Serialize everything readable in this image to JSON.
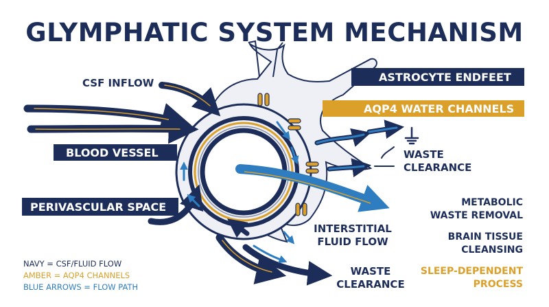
{
  "title": "GLYMPHATIC SYSTEM MECHANISM",
  "labels": {
    "csf_inflow": "CSF INFLOW",
    "blood_vessel": "BLOOD VESSEL",
    "perivascular_space": "PERIVASCULAR SPACE",
    "astrocyte_endfeet": "ASTROCYTE ENDFEET",
    "aqp4_channels": "AQP4 WATER CHANNELS",
    "waste_clearance_right": "WASTE\nCLEARANCE",
    "interstitial_flow": "INTERSTITIAL\nFLUID FLOW",
    "waste_clearance_bottom": "WASTE\nCLEARANCE",
    "metabolic_waste": "METABOLIC\nWASTE REMOVAL",
    "brain_tissue": "BRAIN TISSUE\nCLEANSING",
    "sleep_dependent": "SLEEP-DEPENDENT\nPROCESS"
  },
  "legend": {
    "navy": "NAVY = CSF/FLUID FLOW",
    "amber": "AMBER = AQP4 CHANNELS",
    "blue": "BLUE ARROWS = FLOW PATH"
  },
  "colors": {
    "navy": "#1c2d5a",
    "amber": "#dba02a",
    "blue": "#2f7dc1"
  }
}
